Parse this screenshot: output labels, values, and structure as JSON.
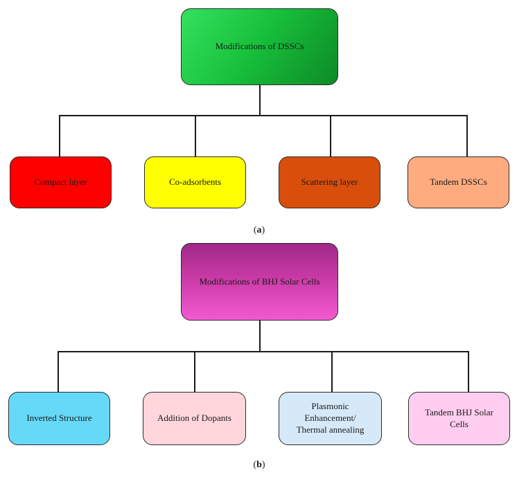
{
  "diagram_a": {
    "root": "Modifications of DSSCs",
    "children": [
      "Compact layer",
      "Co-adsorbents",
      "Scattering layer",
      "Tandem DSSCs"
    ],
    "caption": "a"
  },
  "diagram_b": {
    "root": "Modifications of BHJ Solar Cells",
    "children": [
      "Inverted Structure",
      "Addition of Dopants",
      "Plasmonic Enhancement/ Thermal annealing",
      "Tandem BHJ Solar Cells"
    ],
    "caption": "b"
  },
  "colors": {
    "root_a": "#18c23c",
    "root_b": "#d445b5",
    "a_children": [
      "#ff0000",
      "#ffff00",
      "#d94e0b",
      "#ffab80"
    ],
    "b_children": [
      "#66d9f8",
      "#ffd6dc",
      "#d6e9f8",
      "#ffcdf0"
    ]
  }
}
